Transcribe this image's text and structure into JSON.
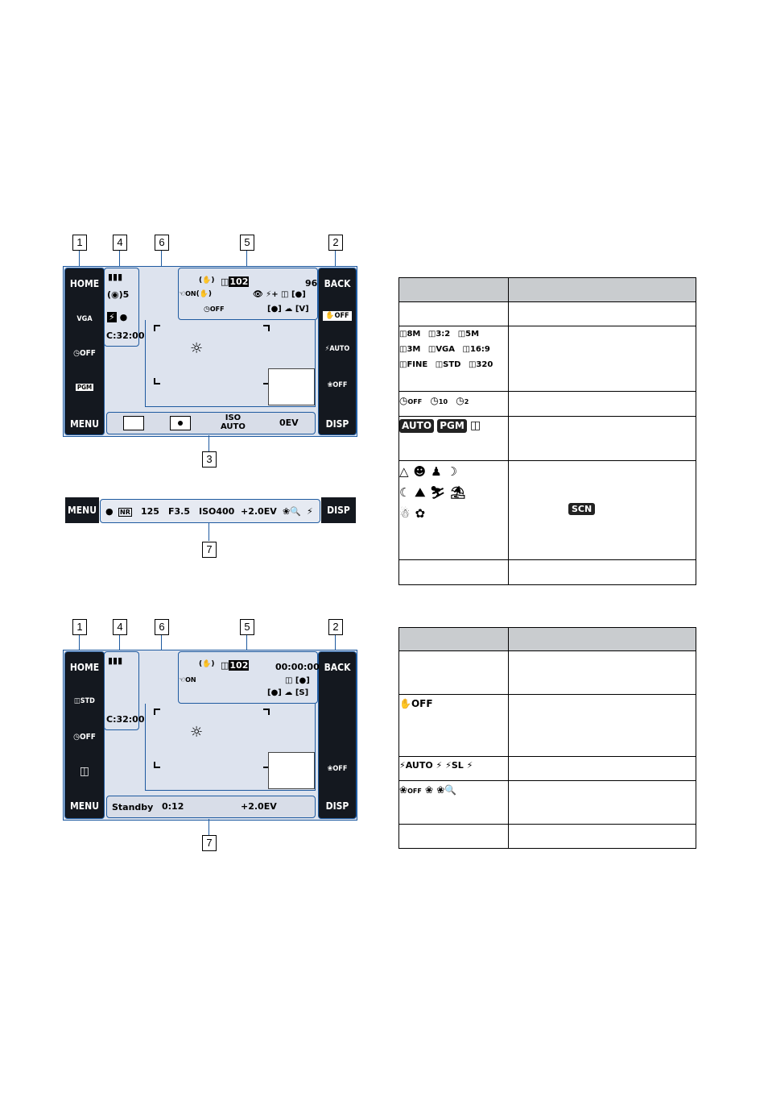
{
  "callouts_top": [
    "1",
    "4",
    "6",
    "5",
    "2"
  ],
  "callouts_mid": [
    "3",
    "7"
  ],
  "callouts_bottom": [
    "1",
    "4",
    "6",
    "5",
    "2"
  ],
  "callout_bottom_7": "7",
  "screen1": {
    "left_bar": {
      "home": "HOME",
      "vga": "VGA",
      "self_timer": "OFF",
      "pgm": "PGM",
      "menu": "MENU"
    },
    "right_bar": {
      "back": "BACK",
      "touch": "OFF",
      "flash": "AUTO",
      "macro": "OFF",
      "disp": "DISP"
    },
    "panel4": {
      "rec_count": "5",
      "remaining": "C:32:00"
    },
    "panel5": {
      "folder": "102",
      "count": "96",
      "ss_on": "ON",
      "st_off": "OFF"
    },
    "bottom": {
      "iso_top": "ISO",
      "iso_bottom": "AUTO",
      "ev": "0EV"
    }
  },
  "strip": {
    "menu": "MENU",
    "nr": "NR",
    "shutter": "125",
    "aperture": "F3.5",
    "iso": "ISO400",
    "ev": "+2.0EV",
    "disp": "DISP"
  },
  "screen2": {
    "left_bar": {
      "home": "HOME",
      "std": "STD",
      "self_timer": "OFF",
      "menu": "MENU"
    },
    "right_bar": {
      "back": "BACK",
      "macro": "OFF",
      "disp": "DISP"
    },
    "panel4": {
      "remaining": "C:32:00"
    },
    "panel5": {
      "folder": "102",
      "timecode": "00:00:00",
      "ss_on": "ON"
    },
    "bottom": {
      "status": "Standby",
      "time": "0:12",
      "ev": "+2.0EV"
    }
  },
  "table1": {
    "row2_icons": [
      "8M",
      "3:2",
      "5M",
      "3M",
      "VGA",
      "16:9",
      "FINE",
      "STD",
      "320"
    ],
    "row3_icons": [
      "OFF",
      "10",
      "2"
    ],
    "row4_icons": [
      "AUTO",
      "PGM"
    ],
    "row5_icon_scn": "SCN"
  },
  "table2": {
    "row2_icon": "OFF",
    "row3_icons": [
      "AUTO",
      "SL"
    ],
    "row4_icons": [
      "OFF"
    ]
  },
  "colors": {
    "frame": "#1e5aa0",
    "bar": "#14181f",
    "screen": "#dde3ee",
    "table_head": "#c9cccf"
  }
}
